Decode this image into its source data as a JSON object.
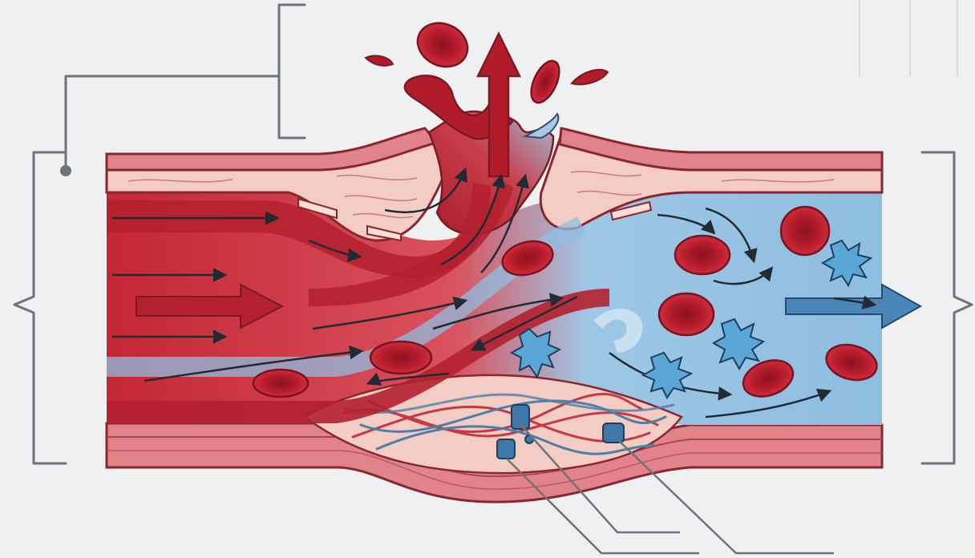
{
  "diagram": {
    "subject": "blood-vessel-rupture",
    "labels": [],
    "colors": {
      "background": "#eef0f2",
      "vessel_wall": "#e0848a",
      "wall_stroke": "#8a2630",
      "tissue": "#f3cdc4",
      "arterial_blood": "#b81f2c",
      "venous_blood": "#8fc0e2",
      "red_cell": "#c21d2c",
      "platelet": "#5aa6d6",
      "callout_line": "#6e7479"
    },
    "elements": [
      "upper-wall-left",
      "upper-wall-right",
      "lower-wall",
      "rupture-breach",
      "blood-spray",
      "escape-arrow",
      "red-blood-cells",
      "activated-platelets",
      "clot-mesh",
      "outflow-arrow",
      "left-brace",
      "right-brace",
      "top-bracket",
      "leader-lines"
    ]
  }
}
